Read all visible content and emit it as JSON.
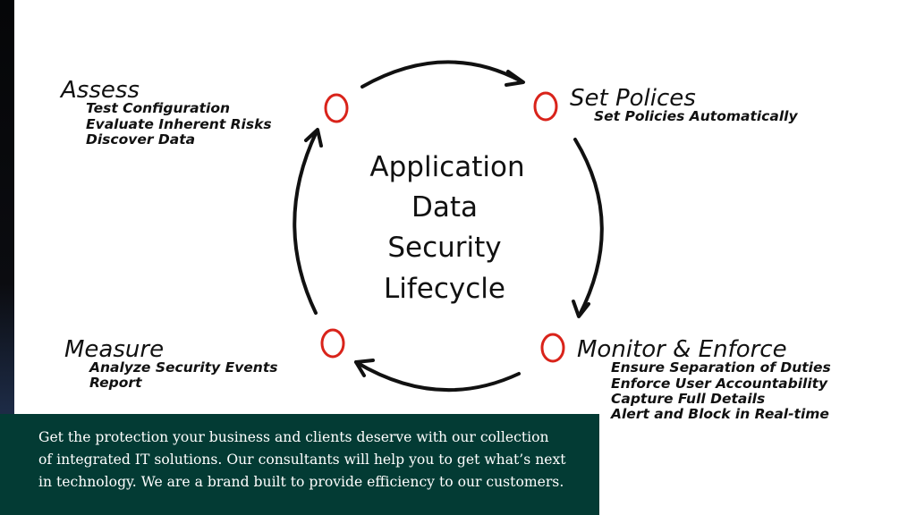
{
  "diagram": {
    "center_title": [
      "Application",
      "Data",
      "Security",
      "Lifecycle"
    ],
    "stages": {
      "assess": {
        "title": "Assess",
        "items": [
          "Test Configuration",
          "Evaluate Inherent Risks",
          "Discover Data"
        ]
      },
      "set_policies": {
        "title": "Set Polices",
        "items": [
          "Set Policies Automatically"
        ]
      },
      "monitor_enforce": {
        "title": "Monitor & Enforce",
        "items": [
          "Ensure Separation of Duties",
          "Enforce User Accountability",
          "Capture Full Details",
          "Alert and Block in Real-time"
        ]
      },
      "measure": {
        "title": "Measure",
        "items": [
          "Analyze Security Events",
          "Report"
        ]
      }
    },
    "colors": {
      "node_ring": "#d9231a",
      "arrow": "#111111"
    }
  },
  "caption": {
    "text": "Get the protection your business and clients deserve with our collection of integrated IT solutions. Our consultants will help you to get what’s next in technology. We are a brand built to provide efficiency to our customers.",
    "background": "#033b34"
  }
}
